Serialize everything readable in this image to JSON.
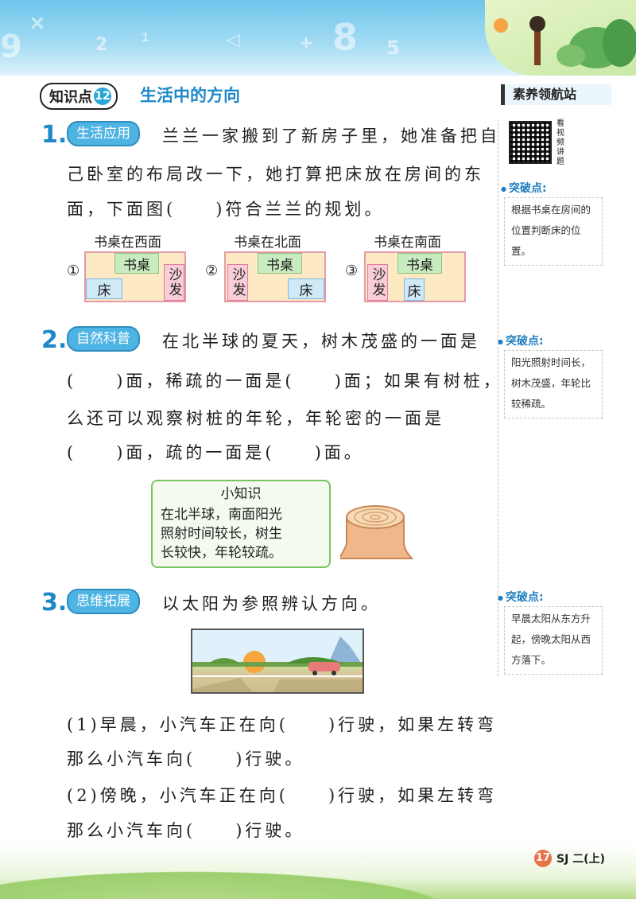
{
  "header": {
    "deco_chars": [
      "9",
      "2",
      "1",
      "◁",
      "+",
      "8",
      "5",
      "×"
    ],
    "kp_label": "知识点",
    "kp_number": "12",
    "title": "生活中的方向",
    "side_title": "素养领航站",
    "qr_caption": "看视频讲题"
  },
  "q1": {
    "number": "1.",
    "tag": "生活应用",
    "lines": [
      "兰兰一家搬到了新房子里，她准备把自",
      "己卧室的布局改一下，她打算把床放在房间的东",
      "面，下面图(　　)符合兰兰的规划。"
    ],
    "rooms": [
      {
        "caption": "书桌在西面",
        "num": "①",
        "desk": "书桌",
        "bed": "床",
        "sofa": "沙发"
      },
      {
        "caption": "书桌在北面",
        "num": "②",
        "desk": "书桌",
        "bed": "床",
        "sofa": "沙发"
      },
      {
        "caption": "书桌在南面",
        "num": "③",
        "desk": "书桌",
        "bed": "床",
        "sofa": "沙发"
      }
    ],
    "tip_title": "突破点:",
    "tip_text": "根据书桌在房间的位置判断床的位置。"
  },
  "q2": {
    "number": "2.",
    "tag": "自然科普",
    "lines": [
      "在北半球的夏天，树木茂盛的一面是",
      "(　　)面，稀疏的一面是(　　)面；如果有树桩，那",
      "么还可以观察树桩的年轮，年轮密的一面是",
      "(　　)面，疏的一面是(　　)面。"
    ],
    "note_title": "小知识",
    "note_lines": [
      "在北半球，南面阳光",
      "照射时间较长，树生",
      "长较快，年轮较疏。"
    ],
    "tip_title": "突破点:",
    "tip_text": "阳光照射时间长，树木茂盛，年轮比较稀疏。"
  },
  "q3": {
    "number": "3.",
    "tag": "思维拓展",
    "prompt": "以太阳为参照辨认方向。",
    "sub1": [
      "(1)早晨，小汽车正在向(　　)行驶，如果左转弯",
      "那么小汽车向(　　)行驶。"
    ],
    "sub2": [
      "(2)傍晚，小汽车正在向(　　)行驶，如果左转弯",
      "那么小汽车向(　　)行驶。"
    ],
    "tip_title": "突破点:",
    "tip_text": "早晨太阳从东方升起，傍晚太阳从西方落下。"
  },
  "footer": {
    "page_number": "17",
    "code": "SJ 二(上)"
  },
  "colors": {
    "accent": "#1e88c8",
    "tag_bg": "#4eb4e3",
    "note_border": "#7ac363"
  }
}
